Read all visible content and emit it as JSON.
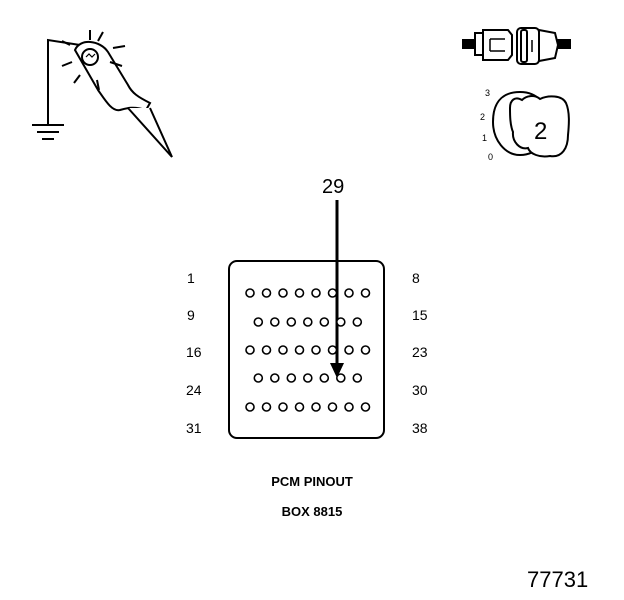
{
  "test_lamp": {
    "icon": "test-lamp-probe-icon"
  },
  "ignition": {
    "icon": "ignition-key-icon",
    "positions": [
      "3",
      "2",
      "1",
      "0"
    ],
    "selected_position": "2"
  },
  "connector": {
    "icon": "connector-disconnect-icon"
  },
  "callout": {
    "pin": "29"
  },
  "pin_labels": {
    "left": [
      "1",
      "9",
      "16",
      "24",
      "31"
    ],
    "right": [
      "8",
      "15",
      "23",
      "30",
      "38"
    ]
  },
  "pin_rows": [
    8,
    7,
    8,
    7,
    8
  ],
  "caption": {
    "line1": "PCM PINOUT",
    "line2": "BOX 8815"
  },
  "figure_number": "77731",
  "colors": {
    "line": "#000000",
    "background": "#ffffff"
  }
}
